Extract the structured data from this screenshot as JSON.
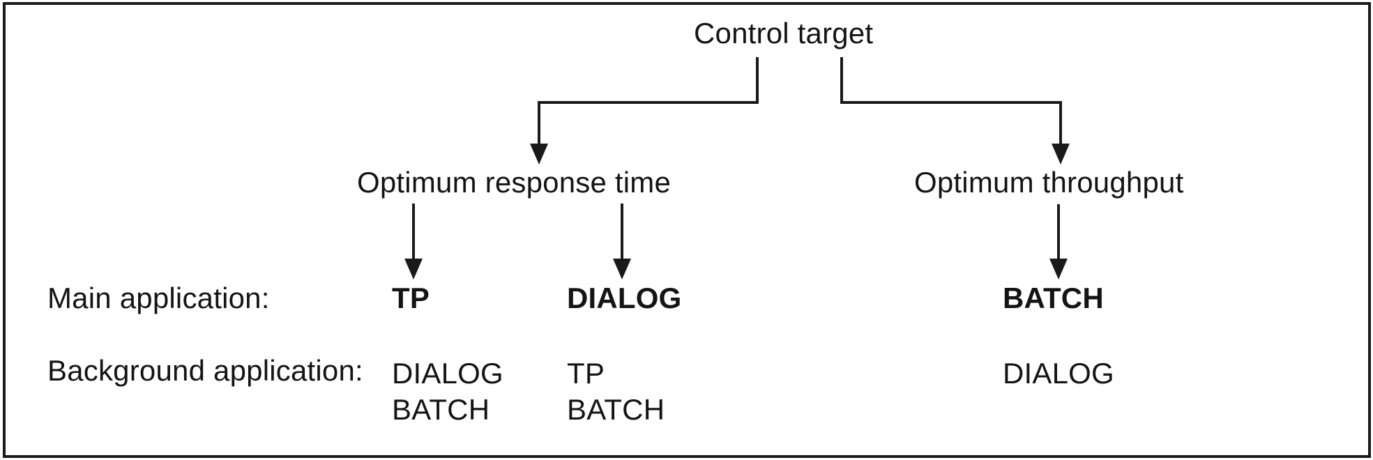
{
  "colors": {
    "ink": "#1a1a1a",
    "background": "#ffffff"
  },
  "diagram": {
    "root": {
      "label": "Control target"
    },
    "branches": [
      {
        "label": "Optimum response time"
      },
      {
        "label": "Optimum throughput"
      }
    ],
    "row_labels": {
      "main": "Main application:",
      "background": "Background application:"
    },
    "columns": [
      {
        "parent": "Optimum response time",
        "main": "TP",
        "background": [
          "DIALOG",
          "BATCH"
        ]
      },
      {
        "parent": "Optimum response time",
        "main": "DIALOG",
        "background": [
          "TP",
          "BATCH"
        ]
      },
      {
        "parent": "Optimum throughput",
        "main": "BATCH",
        "background": [
          "DIALOG"
        ]
      }
    ],
    "edges": [
      {
        "from": "Control target",
        "to": "Optimum response time"
      },
      {
        "from": "Control target",
        "to": "Optimum throughput"
      },
      {
        "from": "Optimum response time",
        "to": "TP"
      },
      {
        "from": "Optimum response time",
        "to": "DIALOG"
      },
      {
        "from": "Optimum throughput",
        "to": "BATCH"
      }
    ]
  }
}
